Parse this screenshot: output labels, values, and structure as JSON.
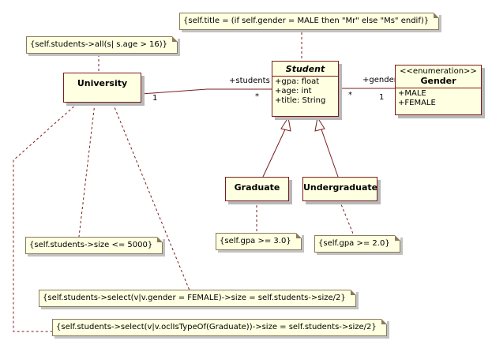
{
  "classes": {
    "university": {
      "name": "University"
    },
    "student": {
      "name": "Student",
      "attributes": [
        "+gpa: float",
        "+age: int",
        "+title: String"
      ]
    },
    "gender": {
      "stereotype": "<<enumeration>>",
      "name": "Gender",
      "literals": [
        "+MALE",
        "+FEMALE"
      ]
    },
    "graduate": {
      "name": "Graduate"
    },
    "undergraduate": {
      "name": "Undergraduate"
    }
  },
  "associations": {
    "university_student": {
      "role": "+students",
      "source_mult": "1",
      "target_mult": "*"
    },
    "student_gender": {
      "role": "+gender",
      "source_mult": "*",
      "target_mult": "1"
    }
  },
  "constraints": {
    "title": "{self.title = (if self.gender = MALE then \"Mr\" else \"Ms\" endif)}",
    "age": "{self.students->all(s| s.age > 16)}",
    "size": "{self.students->size <= 5000}",
    "graduate_gpa": "{self.gpa >= 3.0}",
    "undergrad_gpa": "{self.gpa >= 2.0}",
    "gender_ratio": "{self.students->select(v|v.gender = FEMALE)->size = self.students->size/2}",
    "graduate_ratio": "{self.students->select(v|v.oclIsTypeOf(Graduate))->size = self.students->size/2}"
  },
  "colors": {
    "class_fill": "#ffffe1",
    "class_border": "#7a1e1e",
    "note_border": "#8a7a5a",
    "line": "#7a1e1e"
  }
}
